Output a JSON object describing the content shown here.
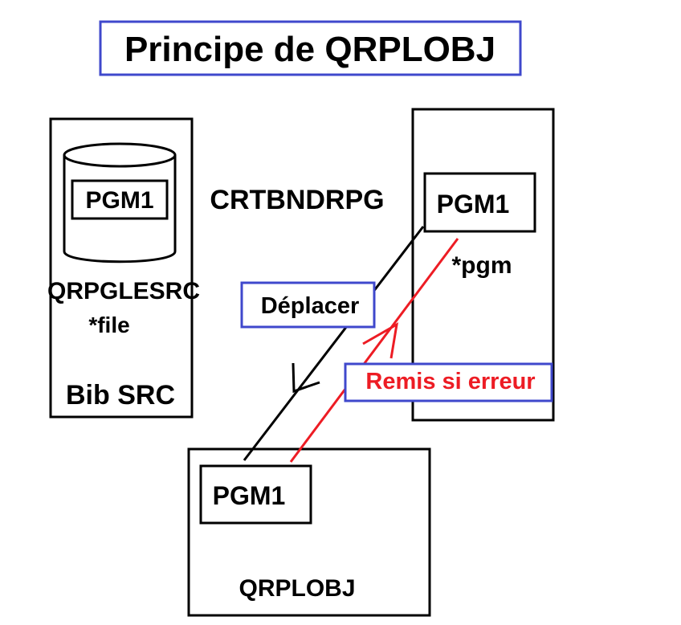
{
  "title": "Principe de QRPLOBJ",
  "source_library": {
    "member": "PGM1",
    "file_name": "QRPGLESRC",
    "file_type": "*file",
    "library_label": "Bib SRC"
  },
  "command": "CRTBNDRPG",
  "object_library": {
    "program": "PGM1",
    "object_type": "*pgm"
  },
  "qrplobj_library": {
    "program": "PGM1",
    "name": "QRPLOBJ"
  },
  "arrows": {
    "move_label": "Déplacer",
    "restore_label": "Remis si erreur"
  },
  "colors": {
    "frame_blue": "#3f48cc",
    "restore_red": "#ed1c24",
    "ink": "#000000"
  }
}
